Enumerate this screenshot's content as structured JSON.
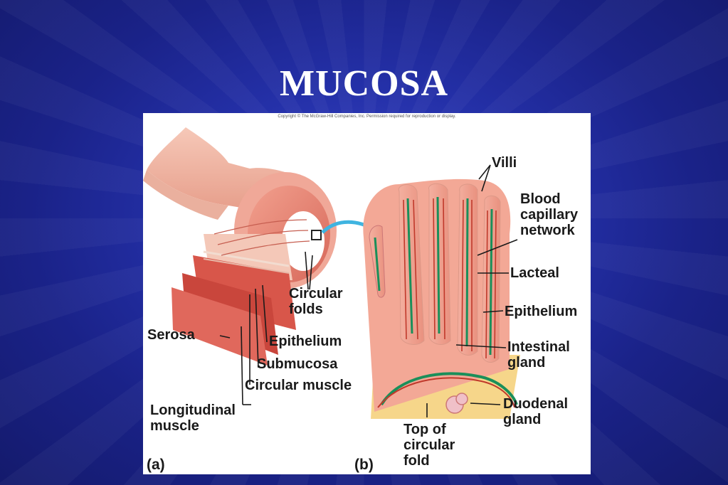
{
  "slide": {
    "title": "MUCOSA"
  },
  "figure": {
    "copyright": "Copyright © The McGraw-Hill Companies, Inc. Permission required for reproduction or display.",
    "panel_a": {
      "letter": "(a)",
      "labels": {
        "circular_folds": [
          "Circular",
          "folds"
        ],
        "serosa": "Serosa",
        "epithelium": "Epithelium",
        "submucosa": "Submucosa",
        "circular_muscle": "Circular muscle",
        "longitudinal_muscle": [
          "Longitudinal",
          "muscle"
        ]
      }
    },
    "panel_b": {
      "letter": "(b)",
      "labels": {
        "villi": "Villi",
        "blood_capillary_network": [
          "Blood",
          "capillary",
          "network"
        ],
        "lacteal": "Lacteal",
        "epithelium": "Epithelium",
        "intestinal_gland": [
          "Intestinal",
          "gland"
        ],
        "duodenal_gland": [
          "Duodenal",
          "gland"
        ],
        "top_of_circular_fold": [
          "Top of",
          "circular",
          "fold"
        ]
      }
    }
  },
  "colors": {
    "background": "#2430a8",
    "title": "#ffffff",
    "tissue": "#f0a090",
    "muscle": "#d8564a",
    "capillary": "#c0392b",
    "lacteal": "#1a8f5a",
    "submucosa": "#f6d68a",
    "arrow": "#3fb4e0"
  }
}
